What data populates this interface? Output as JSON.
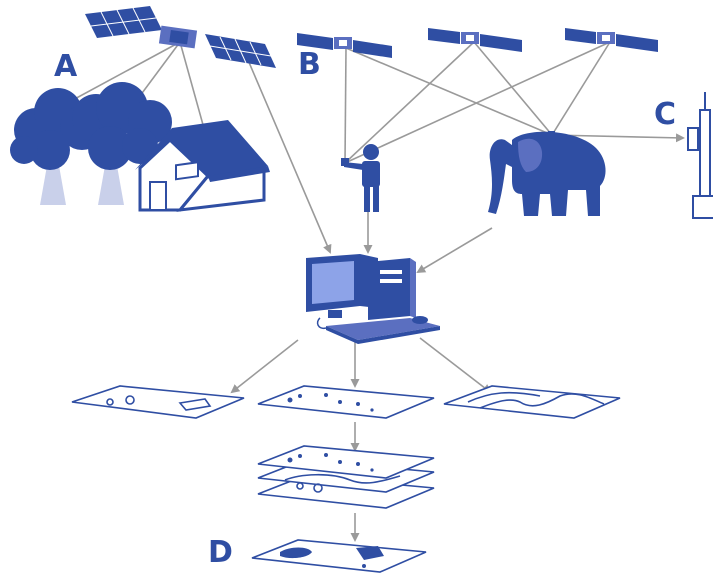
{
  "labels": {
    "a": "A",
    "b": "B",
    "c": "C",
    "d": "D"
  },
  "colors": {
    "primary": "#2f4ea3",
    "line": "#9a9a9a",
    "light": "#c9d0ea",
    "panel": "#5b6fc0",
    "screen": "#8da3e8"
  },
  "icons": [
    "satellite-icon",
    "tree-icon",
    "house-icon",
    "person-icon",
    "elephant-icon",
    "tower-icon",
    "computer-icon",
    "map-layer-icon"
  ]
}
